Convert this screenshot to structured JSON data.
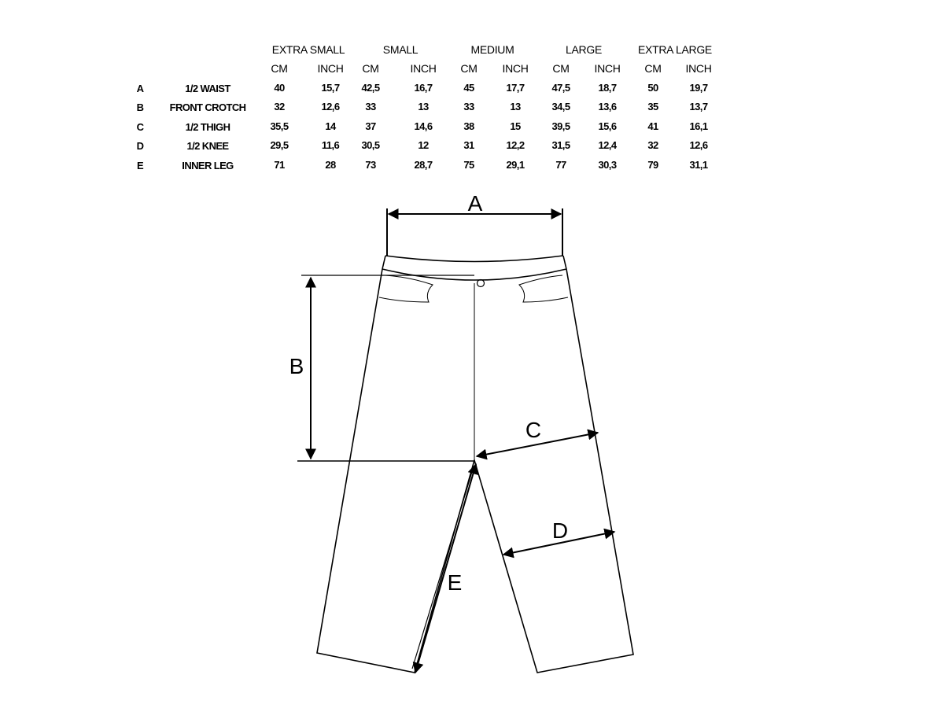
{
  "sizes": [
    "EXTRA SMALL",
    "SMALL",
    "MEDIUM",
    "LARGE",
    "EXTRA LARGE"
  ],
  "units": [
    "CM",
    "INCH"
  ],
  "rows": [
    {
      "letter": "A",
      "name": "1/2 WAIST",
      "values": [
        "40",
        "15,7",
        "42,5",
        "16,7",
        "45",
        "17,7",
        "47,5",
        "18,7",
        "50",
        "19,7"
      ]
    },
    {
      "letter": "B",
      "name": "FRONT CROTCH",
      "values": [
        "32",
        "12,6",
        "33",
        "13",
        "33",
        "13",
        "34,5",
        "13,6",
        "35",
        "13,7"
      ]
    },
    {
      "letter": "C",
      "name": "1/2 THIGH",
      "values": [
        "35,5",
        "14",
        "37",
        "14,6",
        "38",
        "15",
        "39,5",
        "15,6",
        "41",
        "16,1"
      ]
    },
    {
      "letter": "D",
      "name": "1/2 KNEE",
      "values": [
        "29,5",
        "11,6",
        "30,5",
        "12",
        "31",
        "12,2",
        "31,5",
        "12,4",
        "32",
        "12,6"
      ]
    },
    {
      "letter": "E",
      "name": "INNER LEG",
      "values": [
        "71",
        "28",
        "73",
        "28,7",
        "75",
        "29,1",
        "77",
        "30,3",
        "79",
        "31,1"
      ]
    }
  ],
  "diagram": {
    "labels": {
      "A": "A",
      "B": "B",
      "C": "C",
      "D": "D",
      "E": "E"
    }
  }
}
